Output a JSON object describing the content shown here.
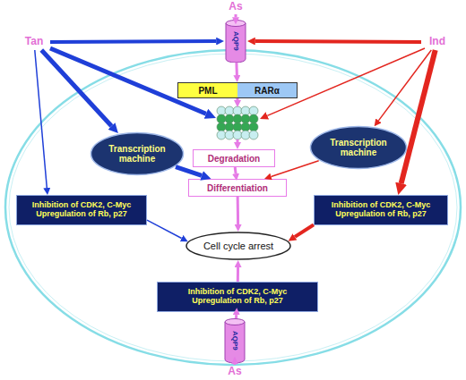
{
  "diagram": {
    "nodes": [
      {
        "text": [
          "As"
        ]
      },
      {
        "text": [
          "AQP9"
        ]
      },
      {
        "text": [
          "Tan"
        ]
      },
      {
        "text": [
          "Ind"
        ]
      },
      {
        "text": [
          "PML",
          "RARα"
        ]
      },
      {
        "text": [
          "Transcription machine"
        ]
      },
      {
        "text": [
          "Transcription machine"
        ]
      },
      {
        "text": [
          "Degradation"
        ]
      },
      {
        "text": [
          "Differentiation"
        ]
      },
      {
        "text": [
          "Inhibition of CDK2, C-Myc",
          "Upregulation of Rb, p27"
        ]
      },
      {
        "text": [
          "Inhibition of CDK2, C-Myc",
          "Upregulation of Rb, p27"
        ]
      },
      {
        "text": [
          "Cell cycle arrest"
        ]
      },
      {
        "text": [
          "Inhibition of CDK2, C-Myc",
          "Upregulation of Rb, p27"
        ]
      },
      {
        "text": [
          "AQP9"
        ]
      },
      {
        "text": [
          "As"
        ]
      }
    ],
    "edges": [
      {
        "from": 0,
        "to": 1,
        "arrow": "to"
      },
      {
        "from": 2,
        "to": 1,
        "arrow": "to"
      },
      {
        "from": 3,
        "to": 1,
        "arrow": "to"
      },
      {
        "from": 1,
        "to": 4,
        "arrow": "to"
      },
      {
        "from": 2,
        "to": 5,
        "arrow": "to"
      },
      {
        "from": 2,
        "to": 9,
        "arrow": "to"
      },
      {
        "from": 3,
        "to": 6,
        "arrow": "to"
      },
      {
        "from": 3,
        "to": 10,
        "arrow": "to"
      },
      {
        "from": 7,
        "to": 8,
        "arrow": "to"
      },
      {
        "from": 5,
        "to": 8,
        "arrow": "to"
      },
      {
        "from": 6,
        "to": 8,
        "arrow": "to"
      },
      {
        "from": 8,
        "to": 11,
        "arrow": "to"
      },
      {
        "from": 9,
        "to": 11,
        "arrow": "to"
      },
      {
        "from": 10,
        "to": 11,
        "arrow": "to"
      },
      {
        "from": 12,
        "to": 11,
        "arrow": "to"
      },
      {
        "from": 13,
        "to": 12,
        "arrow": "to"
      },
      {
        "from": 14,
        "to": 13,
        "arrow": "to"
      }
    ]
  }
}
